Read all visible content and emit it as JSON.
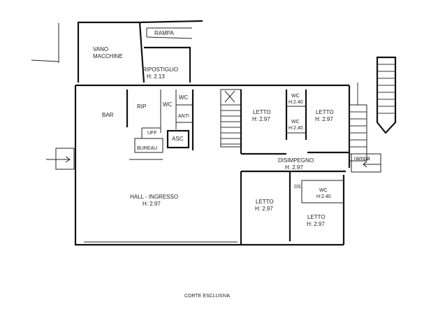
{
  "plan": {
    "rooms": {
      "vano_macchine_1": "VANO",
      "vano_macchine_2": "MACCHINE",
      "rampa_top": "RAMPA",
      "ripostiglio": "RIPOSTIGLIO",
      "ripostiglio_h": "H: 2.13",
      "bar": "BAR",
      "rip": "RIP",
      "wc_a": "WC",
      "wc_b": "WC",
      "anti": "ANTI",
      "uff": "UFF",
      "asc": "ASC",
      "bureau": "BUREAU",
      "hall": "HALL - INGRESSO",
      "hall_h": "H: 2.97",
      "letto_1": "LETTO",
      "letto_1_h": "H: 2.97",
      "wc_c": "WC",
      "wc_c_h": "H:2.40",
      "wc_d": "WC",
      "wc_d_h": "H:2.40",
      "letto_2": "LETTO",
      "letto_2_h": "H: 2.97",
      "disimpegno": "DISIMPEGNO",
      "disimpegno_h": "H: 2.97",
      "rampa_side": "rampa",
      "letto_3": "LETTO",
      "letto_3_h": "H: 2.97",
      "ds": "DS",
      "wc_e": "WC",
      "wc_e_h": "H:2.40",
      "letto_4": "LETTO",
      "letto_4_h": "H: 2.97"
    },
    "footer_label": "CORTE ESCLUSIVA"
  }
}
